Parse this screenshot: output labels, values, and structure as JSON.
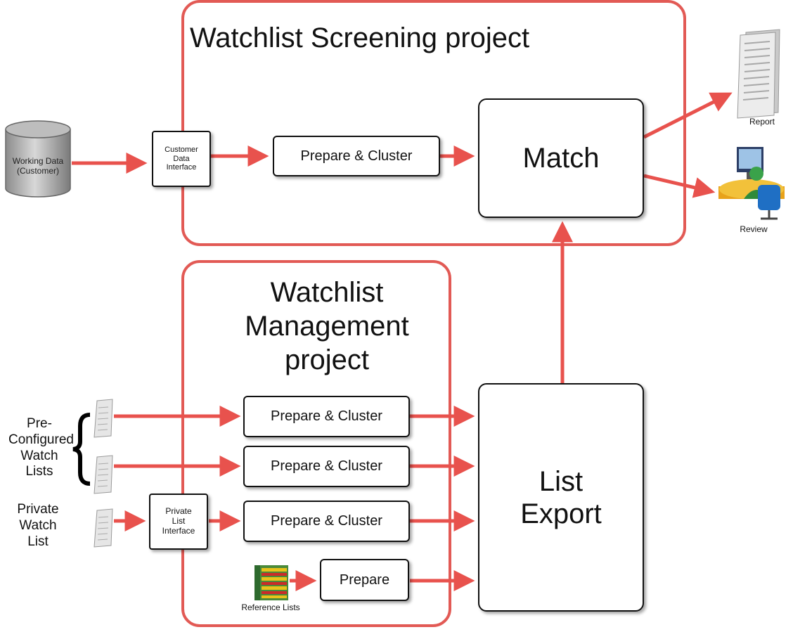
{
  "screening_project": {
    "title": "Watchlist Screening project"
  },
  "management_project": {
    "title": "Watchlist\nManagement\nproject"
  },
  "working_data": {
    "label": "Working Data\n(Customer)"
  },
  "customer_interface": {
    "label": "Customer\nData\nInterface"
  },
  "prepare_cluster_top": {
    "label": "Prepare & Cluster"
  },
  "match": {
    "label": "Match"
  },
  "report": {
    "label": "Report"
  },
  "review": {
    "label": "Review"
  },
  "preconfigured": {
    "label": "Pre-\nConfigured\nWatch\nLists"
  },
  "private_watch": {
    "label": "Private\nWatch\nList"
  },
  "private_interface": {
    "label": "Private\nList\nInterface"
  },
  "prepare_cluster_1": {
    "label": "Prepare & Cluster"
  },
  "prepare_cluster_2": {
    "label": "Prepare & Cluster"
  },
  "prepare_cluster_3": {
    "label": "Prepare & Cluster"
  },
  "prepare": {
    "label": "Prepare"
  },
  "reference_lists": {
    "label": "Reference Lists"
  },
  "list_export": {
    "label": "List\nExport"
  },
  "colors": {
    "accent": "#e25a55",
    "arrow": "#e8524d"
  }
}
